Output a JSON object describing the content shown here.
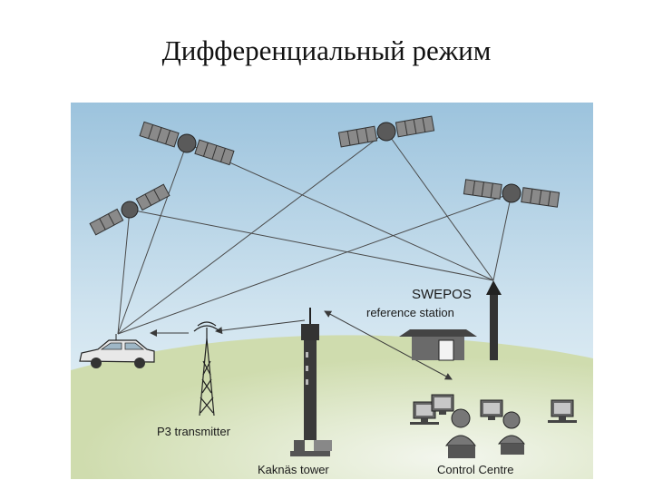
{
  "slide": {
    "title": "Дифференциальный режим"
  },
  "diagram": {
    "labels": {
      "station_name": "SWEPOS",
      "station_desc": "reference station",
      "transmitter": "P3 transmitter",
      "tower": "Kaknäs tower",
      "control": "Control Centre"
    },
    "colors": {
      "sky_top": "#9cc3dd",
      "sky_bottom": "#e7f2f8",
      "hill": "#d6e3b8",
      "hill_light": "#edf2e4",
      "satellite_panel": "#8a8a8a",
      "signal_line": "#4a4a4a"
    },
    "icons": [
      "satellite-icon",
      "car-icon",
      "transmitter-mast-icon",
      "tv-tower-icon",
      "building-icon",
      "antenna-arrow-icon",
      "operator-workstation-icon"
    ]
  }
}
